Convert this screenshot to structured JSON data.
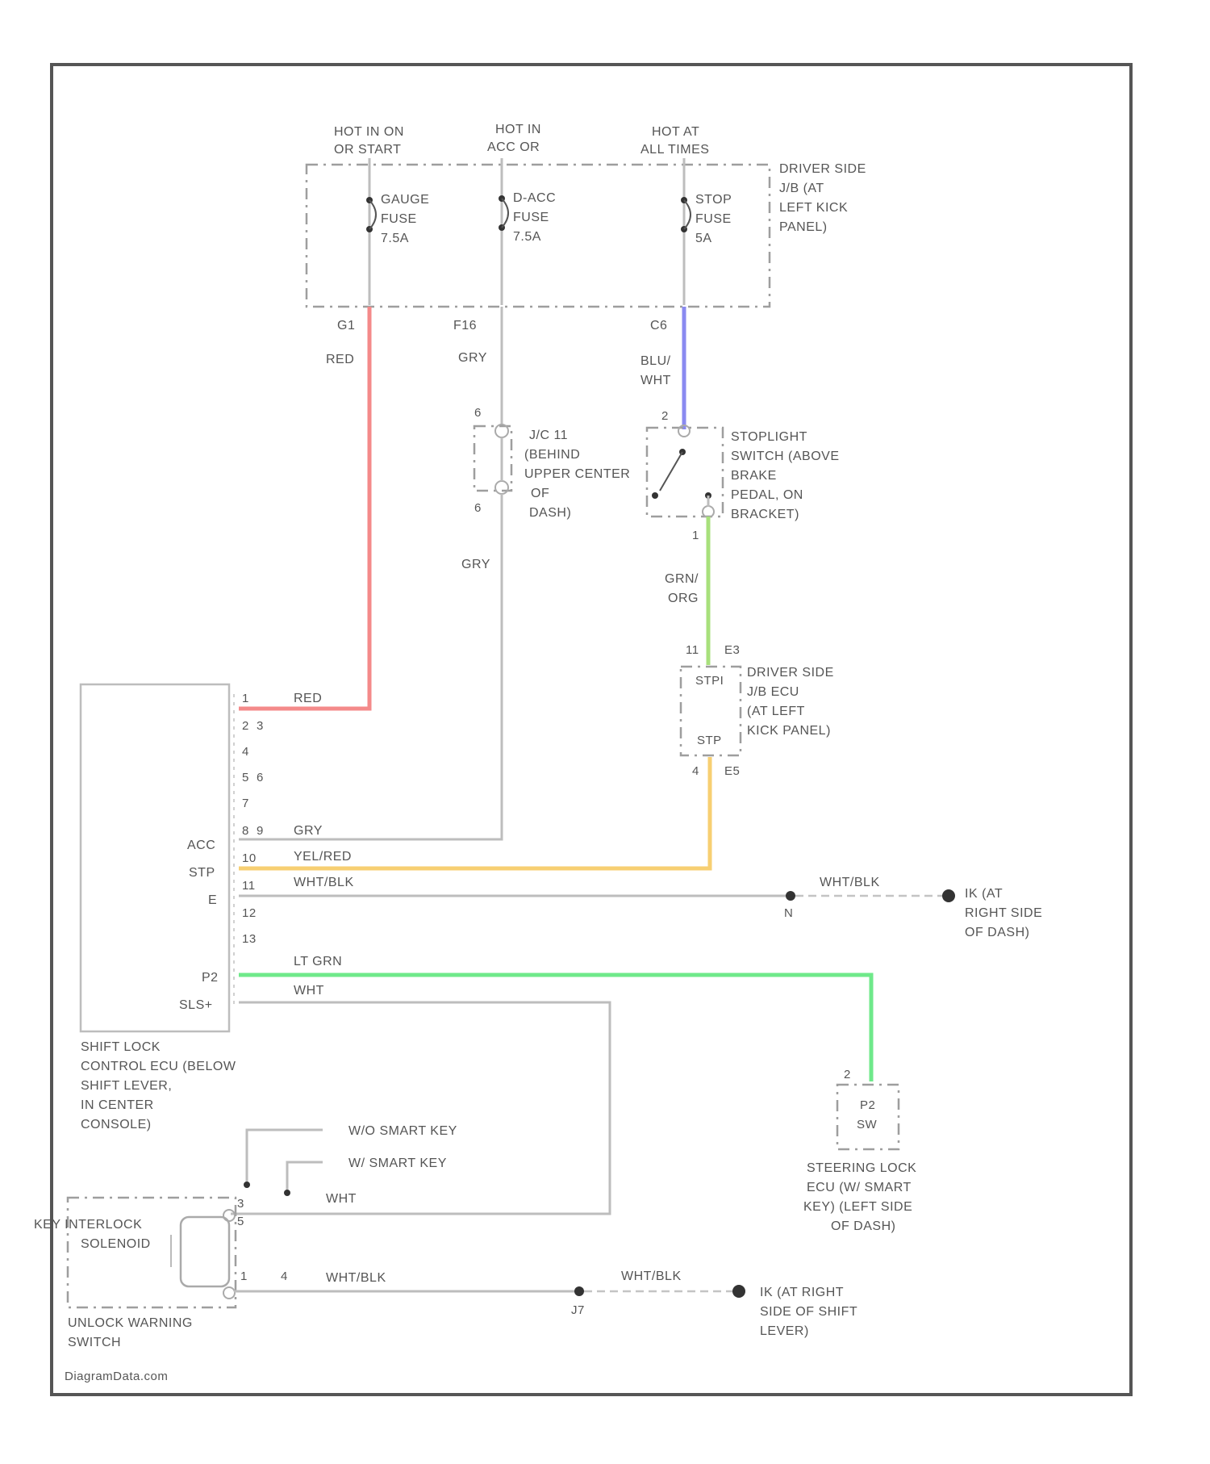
{
  "colors": {
    "red_wire": "#f48a8a",
    "blue_wire": "#8a8af0",
    "green_wire": "#a8e07c",
    "yellow_wire": "#f7cf72",
    "ltgreen_wire": "#6fe98a",
    "gray_wire": "#c4c4c4",
    "frame": "#555555"
  },
  "power": {
    "hot_run": [
      "HOT IN ON",
      "OR START"
    ],
    "hot_acc": [
      "HOT IN",
      "ACC OR"
    ],
    "hot_all": [
      "HOT AT",
      "ALL TIMES"
    ]
  },
  "junction_block": [
    "DRIVER SIDE",
    "J/B (AT",
    "LEFT KICK",
    "PANEL)"
  ],
  "fuses": {
    "gauge": [
      "GAUGE",
      "FUSE",
      "7.5A"
    ],
    "dacc": [
      "D-ACC",
      "FUSE",
      "7.5A"
    ],
    "stop": [
      "STOP",
      "FUSE",
      "5A"
    ]
  },
  "pins": {
    "g1": "G1",
    "f16": "F16",
    "c6": "C6",
    "jc_top": "6",
    "jc_bot": "6",
    "sw2": "2",
    "sw1": "1",
    "jb11": "11",
    "e3": "E3",
    "jb4": "4",
    "e5": "E5",
    "splice_n": "N",
    "splice_j": "J7",
    "sl2": "2",
    "sol3": "3",
    "sol5": "5",
    "sol1": "1",
    "sol4": "4",
    "ecu": [
      "1",
      "2",
      "3",
      "4",
      "5",
      "6",
      "7",
      "8",
      "9",
      "10",
      "11",
      "12",
      "13"
    ]
  },
  "wires": {
    "red": "RED",
    "gry_top": "GRY",
    "gry_mid": "GRY",
    "blu_wht": [
      "BLU/",
      "WHT"
    ],
    "grn_org": [
      "GRN/",
      "ORG"
    ],
    "ecu_red": "RED",
    "ecu_gry": "GRY",
    "ecu_yel": "YEL/RED",
    "ecu_whtblk": "WHT/BLK",
    "ecu_ltgrn": "LT GRN",
    "ecu_wht": "WHT",
    "gnd1": "WHT/BLK",
    "sol_wht": "WHT",
    "sol_whtblk": "WHT/BLK",
    "gnd2": "WHT/BLK"
  },
  "junction_connector": [
    "J/C 11",
    "(BEHIND",
    "UPPER CENTER",
    "OF",
    "DASH)"
  ],
  "stoplight_switch": [
    "STOPLIGHT",
    "SWITCH (ABOVE",
    "BRAKE",
    "PEDAL, ON",
    "BRACKET)"
  ],
  "jb_ecu": {
    "lines": [
      "DRIVER SIDE",
      "J/B ECU",
      "(AT LEFT",
      "KICK PANEL)"
    ],
    "stpi": "STPI",
    "stp": "STP"
  },
  "ecu": {
    "pin_acc": "ACC",
    "pin_stp": "STP",
    "pin_e": "E",
    "pin_p2": "P2",
    "pin_sls": "SLS+",
    "caption": [
      "SHIFT LOCK",
      "CONTROL ECU (BELOW",
      "SHIFT LEVER,",
      "IN CENTER",
      "CONSOLE)"
    ]
  },
  "ground1": [
    "IK (AT",
    "RIGHT SIDE",
    "OF DASH)"
  ],
  "steering_lock": {
    "p2": "P2",
    "sw": "SW",
    "caption": [
      "STEERING LOCK",
      "ECU (W/ SMART",
      "KEY) (LEFT SIDE",
      "OF DASH)"
    ]
  },
  "smart_key": {
    "without": "W/O SMART KEY",
    "with": "W/ SMART KEY"
  },
  "solenoid": {
    "label": [
      "KEY INTERLOCK",
      "SOLENOID"
    ],
    "switch": [
      "UNLOCK WARNING",
      "SWITCH"
    ]
  },
  "ground2": [
    "IK (AT RIGHT",
    "SIDE OF SHIFT",
    "LEVER)"
  ],
  "watermark": "DiagramData.com"
}
